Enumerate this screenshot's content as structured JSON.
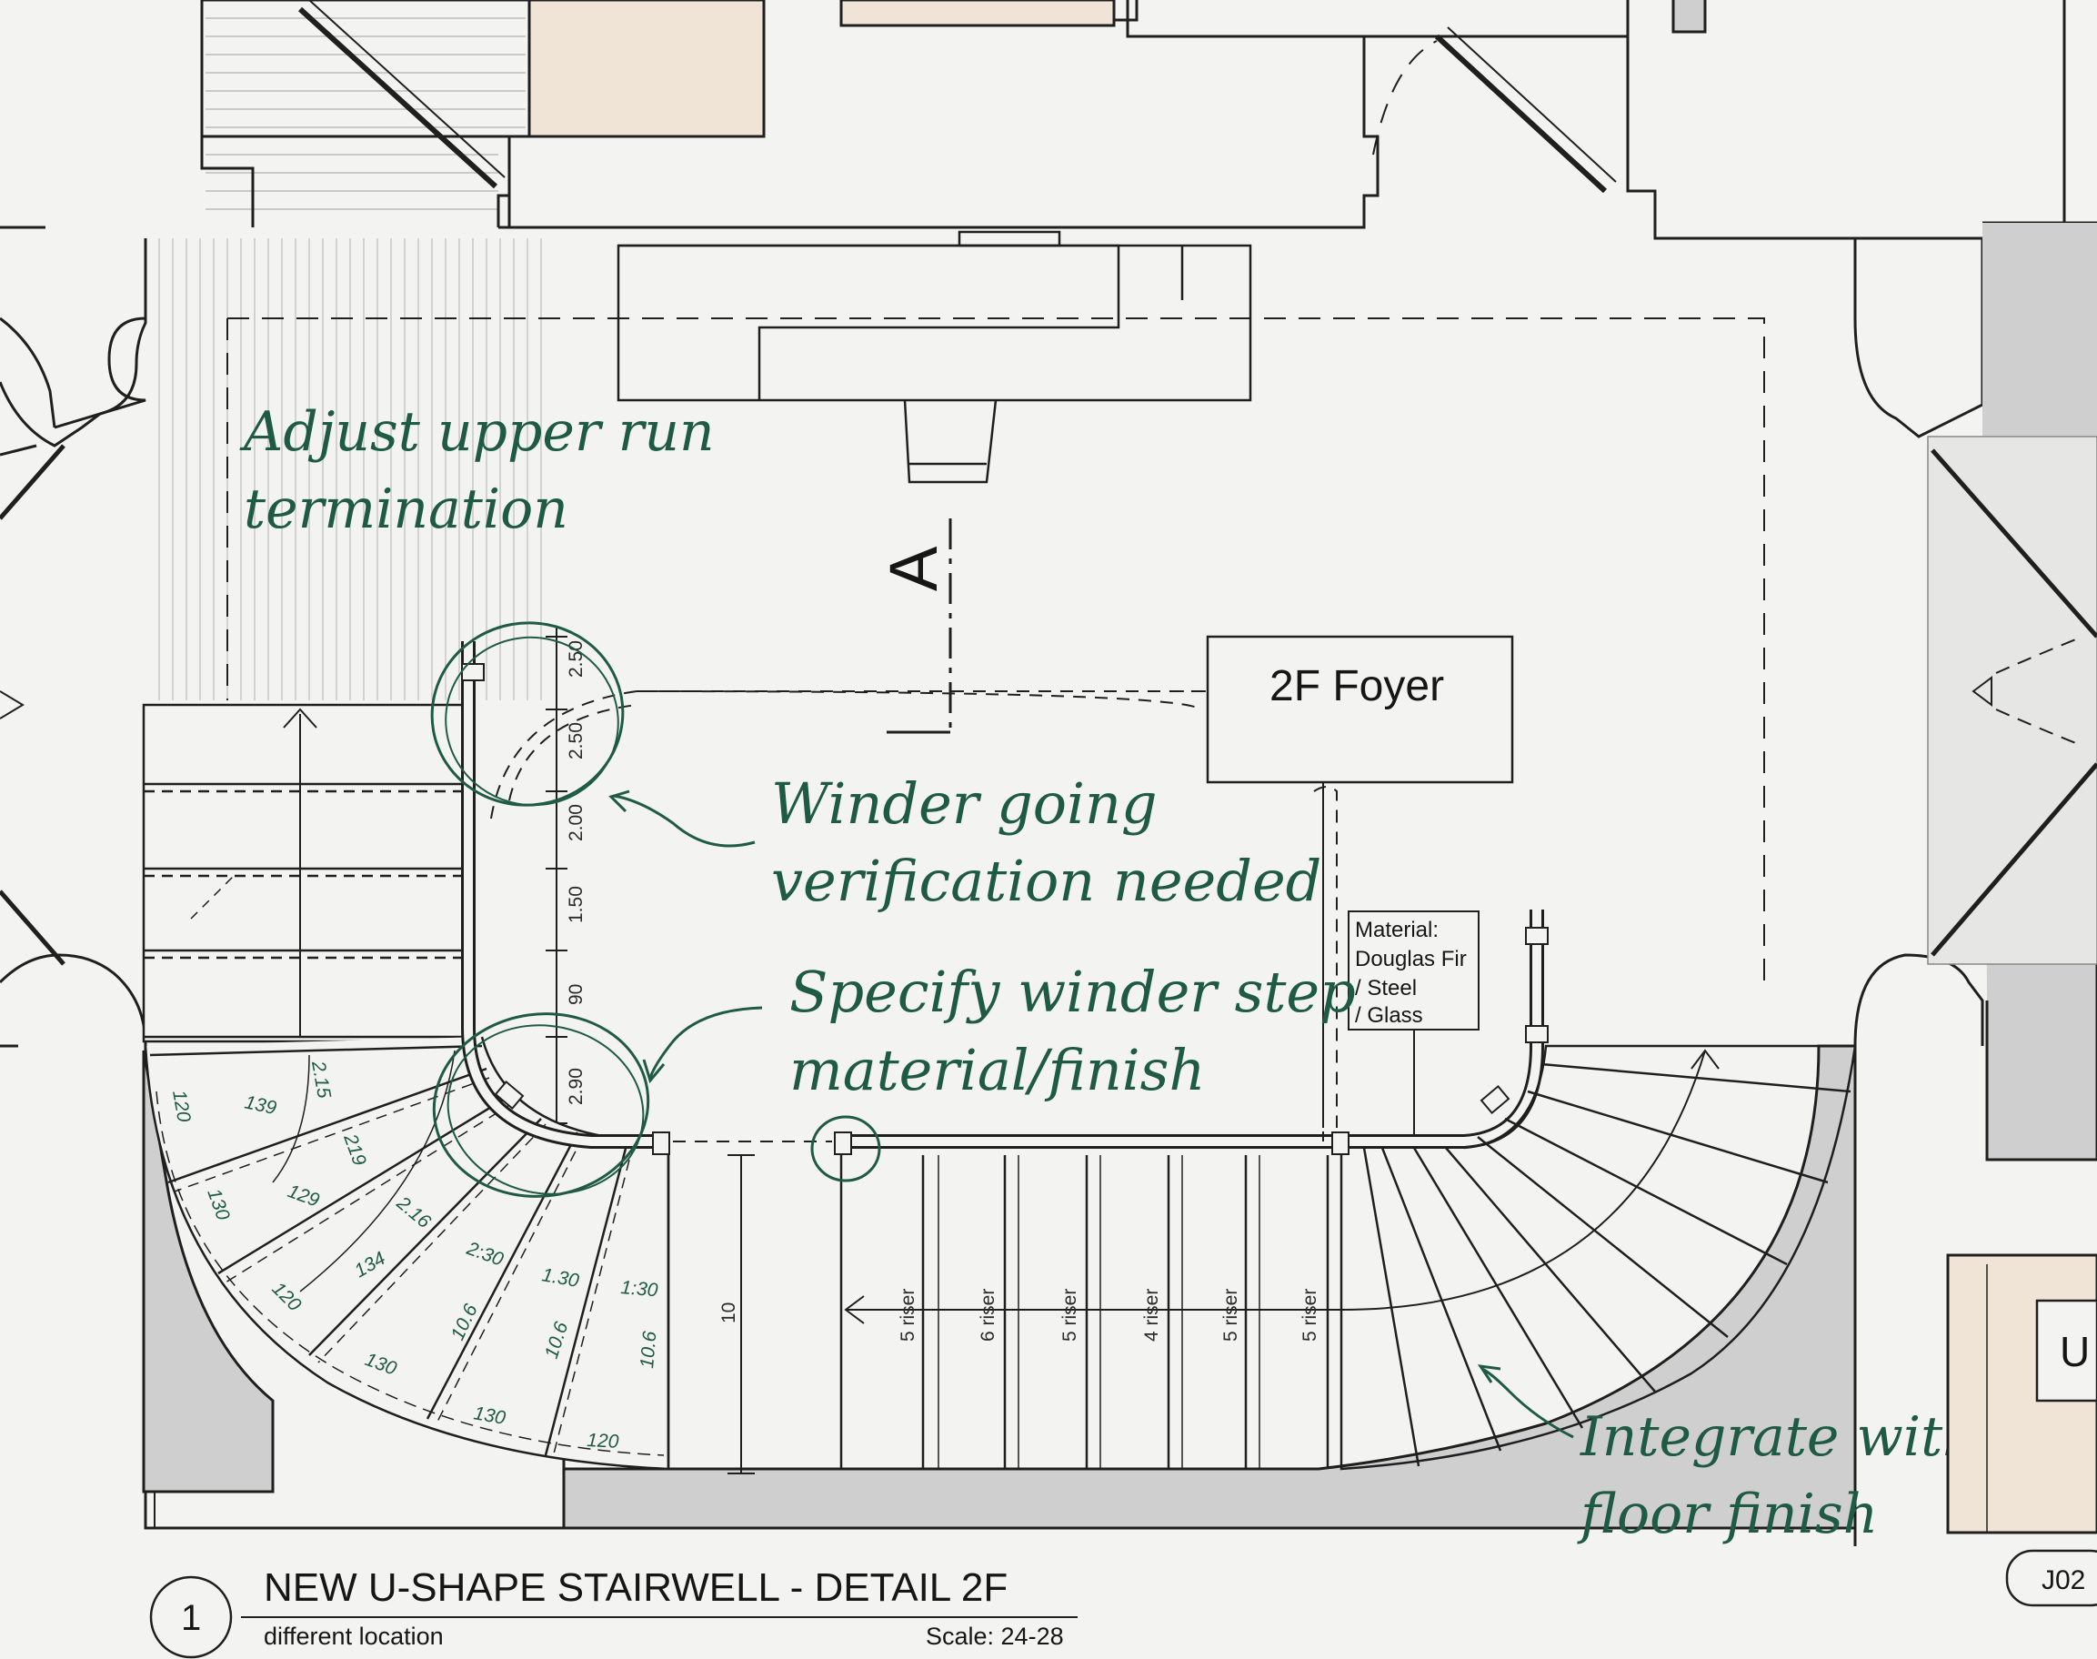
{
  "title_block": {
    "number": "1",
    "title": "NEW U-SHAPE STAIRWELL - DETAIL 2F",
    "subtitle": "different location",
    "scale": "Scale: 24-28"
  },
  "section_marker": "A",
  "room_label": "2F Foyer",
  "material_note": [
    "Material:",
    "Douglas Fir",
    "/ Steel",
    "/ Glass"
  ],
  "annotations": [
    {
      "lines": [
        "Adjust upper run",
        "termination"
      ]
    },
    {
      "lines": [
        "Winder going",
        "verification needed"
      ]
    },
    {
      "lines": [
        "Specify winder step",
        "material/finish"
      ]
    },
    {
      "lines": [
        "Integrate with",
        "floor finish"
      ]
    }
  ],
  "vertical_dims": [
    "2.50",
    "2.50",
    "2.00",
    "1.50",
    "90",
    "2.90"
  ],
  "winder_dims": [
    "120",
    "139",
    "2.15",
    "130",
    "129",
    "219",
    "2.16",
    "120",
    "134",
    "2:30",
    "1.30",
    "1:30",
    "130",
    "10.6",
    "10.6",
    "10.6",
    "130",
    "120"
  ],
  "lower_run_dim": "10",
  "riser_labels": [
    "5 riser",
    "6 riser",
    "5 riser",
    "4 riser",
    "5 riser",
    "5 riser"
  ],
  "side_labels": {
    "right_box": "U",
    "right_tag": "J02"
  },
  "colors": {
    "ink": "#1f1f1f",
    "note": "#1f5a45",
    "wall_gray": "#cfcfcf",
    "wood_fill": "#efe4d6",
    "paper": "#f3f3f1"
  }
}
